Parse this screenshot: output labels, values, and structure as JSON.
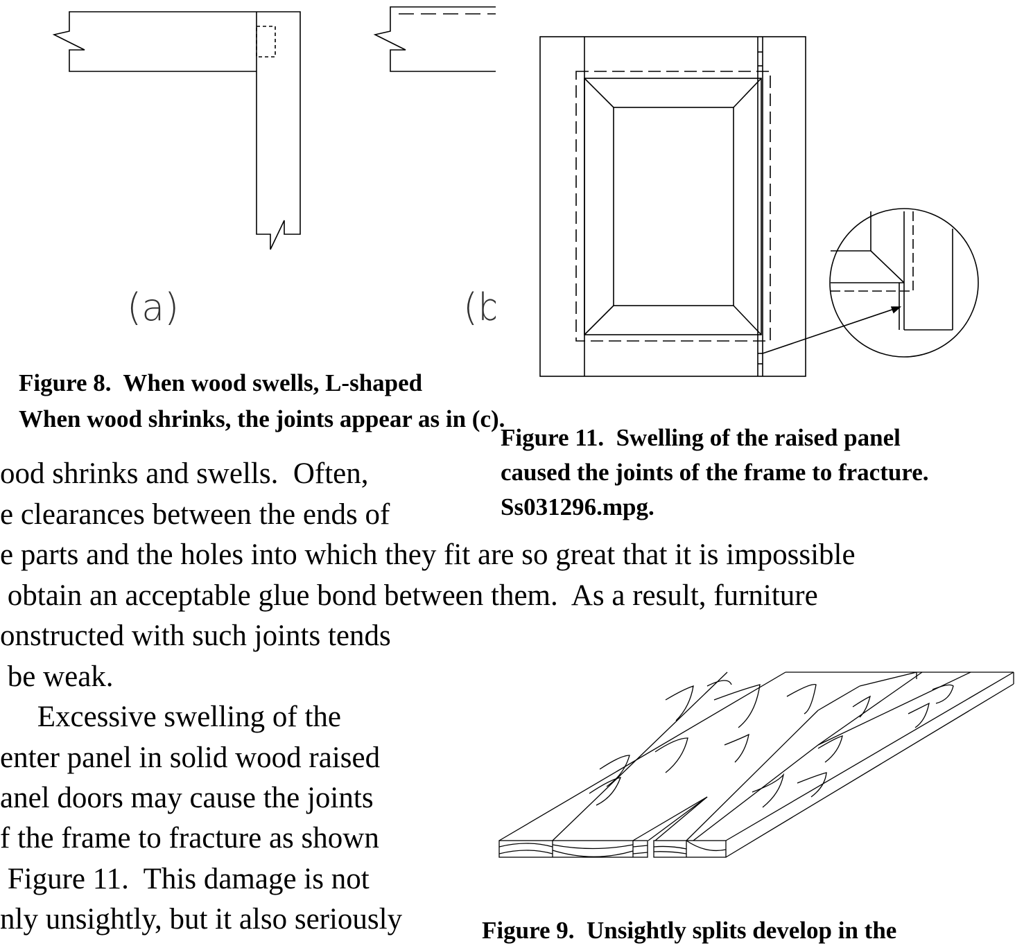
{
  "figure8": {
    "label_a": "(a)",
    "label_b": "(b",
    "caption_line1": "Figure 8.  When wood swells, L-shaped",
    "caption_line2": "When wood shrinks, the joints appear as in (c)."
  },
  "figure11": {
    "caption_lines": [
      "Figure 11.  Swelling of the raised panel",
      "caused the joints of the frame to fracture.",
      "Ss031296.mpg."
    ]
  },
  "figure9": {
    "caption_line1": "Figure 9.  Unsightly splits develop in the"
  },
  "body_lines": [
    "ood shrinks and swells.  Often,",
    "e clearances between the ends of",
    "e parts and the holes into which they fit are so great that it is impossible",
    " obtain an acceptable glue bond between them.  As a result, furniture",
    "onstructed with such joints tends",
    " be weak.",
    "     Excessive swelling of the",
    "enter panel in solid wood raised",
    "anel doors may cause the joints",
    "f the frame to fracture as shown",
    " Figure 11.  This damage is not",
    "nly unsightly, but it also seriously"
  ]
}
